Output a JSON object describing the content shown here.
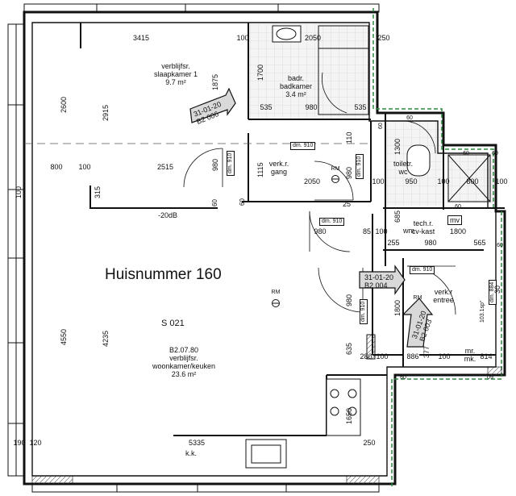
{
  "title": "Huisnummer 160",
  "unit_code": "S 021",
  "rooms": {
    "slaapkamer": {
      "line1": "verblijfsr.",
      "line2": "slaapkamer 1",
      "area": "9.7 m²"
    },
    "badkamer": {
      "line1": "badr.",
      "line2": "badkamer",
      "area": "3.4 m²"
    },
    "gang": {
      "line1": "verk.r.",
      "line2": "gang"
    },
    "toilet": {
      "line1": "toiletr.",
      "line2": "wc"
    },
    "techr": {
      "line1": "tech.r.",
      "line2": "cv-kast",
      "mv": "mv",
      "wm": "wm"
    },
    "entree": {
      "line1": "verk.r",
      "line2": "entree"
    },
    "mk": {
      "line1": "mr.",
      "line2": "mk."
    },
    "woonkamer": {
      "code": "B2.07.80",
      "line1": "verblijfsr.",
      "line2": "woonkamer/keuken",
      "area": "23.6 m²"
    },
    "kk": "k.k."
  },
  "tags": [
    {
      "line1": "31-01-20",
      "line2": "B2 006"
    },
    {
      "line1": "31-01-20",
      "line2": "B2 004"
    },
    {
      "line1": "31-01-20",
      "line2": "B2 003"
    }
  ],
  "door_markers": {
    "dm910": "dm. 910",
    "dm884": "dm. 884",
    "spec": "103.1sp°"
  },
  "rm_label": "RM",
  "level_label": "-20dB",
  "dims": {
    "d3415": "3415",
    "d100a": "100",
    "d2050a": "2050",
    "d250a": "250",
    "d1700": "1700",
    "d1875": "1875",
    "d2600": "2600",
    "d2915": "2915",
    "d535a": "535",
    "d980a": "980",
    "d535b": "535",
    "d800a": "800",
    "d100b": "100",
    "d2515": "2515",
    "d980b": "980",
    "d1115": "1115",
    "d2050b": "2050",
    "d980c": "980",
    "d110": "110",
    "d1300": "1300",
    "d100c": "100",
    "d950": "950",
    "d100d": "100",
    "d800b": "800",
    "d100e": "100",
    "d315": "315",
    "d60a": "60",
    "d25": "25",
    "d685": "685",
    "d980d": "980",
    "d85": "85",
    "d100f": "100",
    "d1800a": "1800",
    "d255": "255",
    "d980e": "980",
    "d565": "565",
    "d4550": "4550",
    "d4235": "4235",
    "d980f": "980",
    "d1800b": "1800",
    "d30": "30",
    "d635": "635",
    "d280": "280",
    "d100g": "100",
    "d886": "886",
    "d377": "377",
    "d100h": "100",
    "d814": "814",
    "d1650": "1650",
    "d250b": "250",
    "d5335": "5335",
    "d190": "190",
    "d120": "120",
    "d100i": "100",
    "d60b": "60",
    "d60c": "60",
    "d60d": "60",
    "d60e": "60",
    "d09": "09",
    "d60f": "60",
    "d60g": "60",
    "d60h": "60",
    "d60i": "60"
  },
  "colors": {
    "wall": "#111111",
    "insulation": "#2b8a3e",
    "tag_fill": "#d9d9d9",
    "tile": "#e6e6e6"
  }
}
